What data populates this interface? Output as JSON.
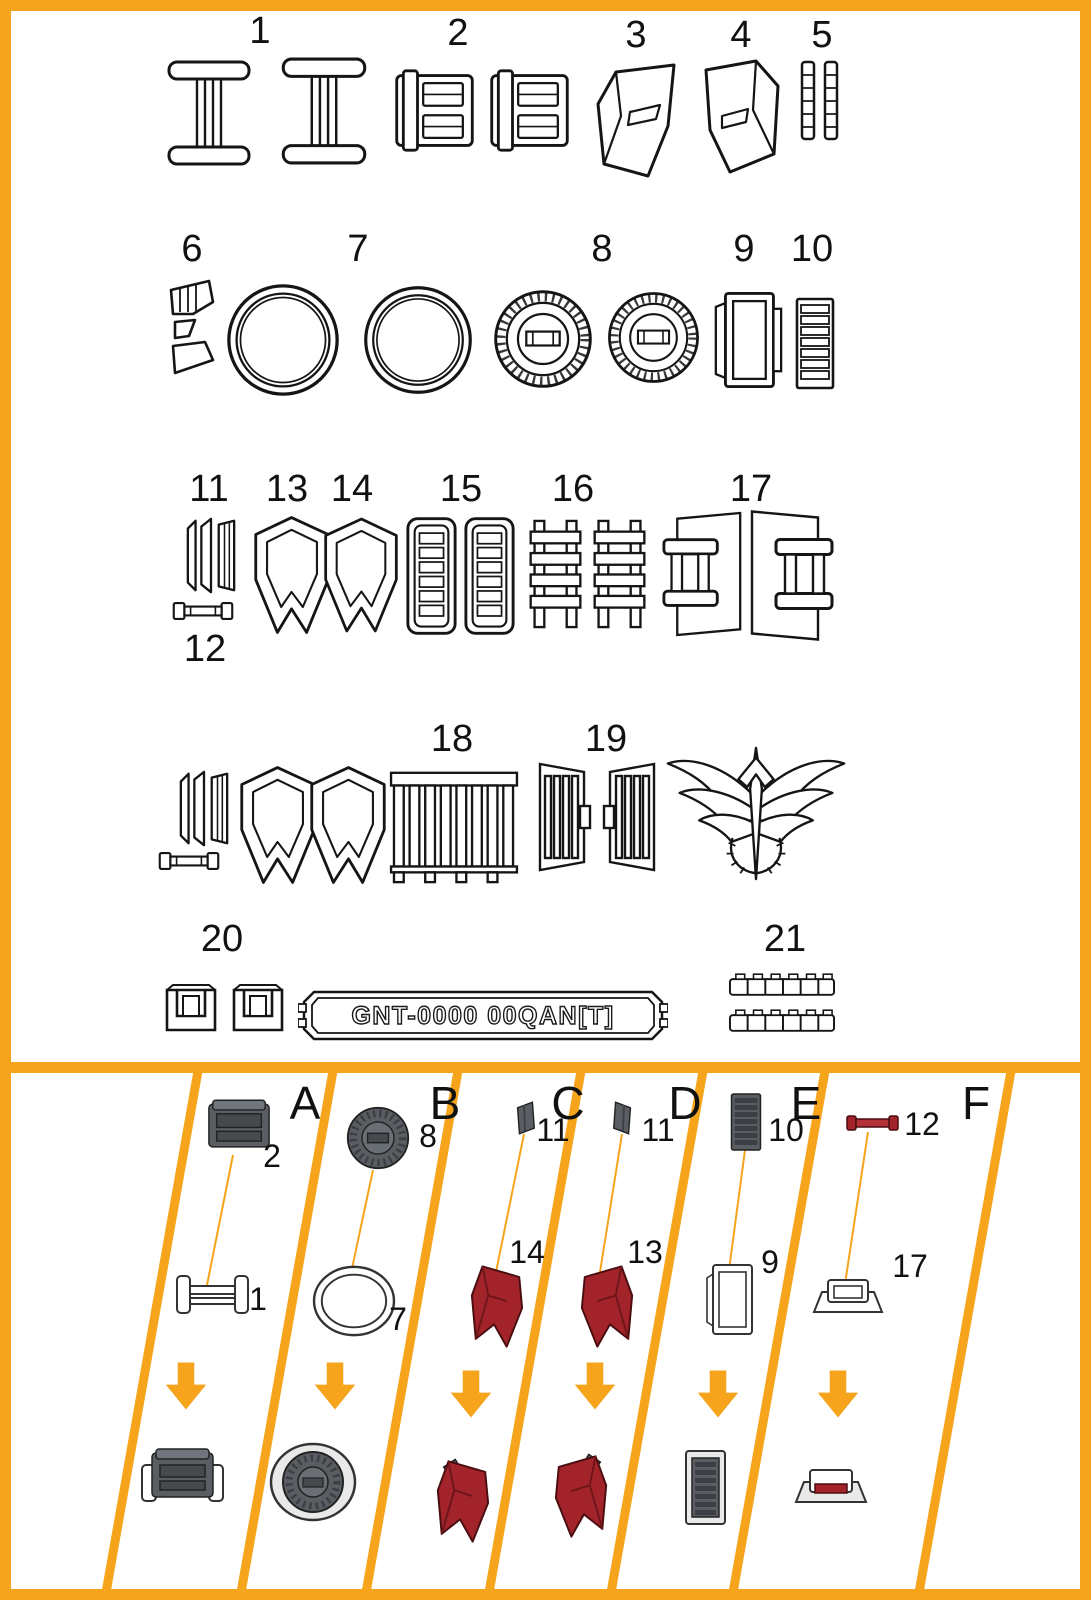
{
  "page": {
    "accent_color": "#F6A41C",
    "line_color": "#151515",
    "part_red": "#A2242A",
    "part_gray": "#5A5E63",
    "nameplate_text": "GNT-0000 00QAN[T]"
  },
  "icons": {
    "down_arrow": "block-arrow-down",
    "emblem": "winged-crest"
  },
  "part_labels": {
    "r1": [
      "1",
      "2",
      "3",
      "4",
      "5"
    ],
    "r2": [
      "6",
      "7",
      "8",
      "9",
      "10"
    ],
    "r3": [
      "11",
      "13",
      "14",
      "15",
      "16",
      "17"
    ],
    "r3b": "12",
    "r4": [
      "18",
      "19"
    ],
    "r5": [
      "20",
      "21"
    ]
  },
  "assembly": {
    "columns": [
      {
        "letter": "A",
        "part_top": "2",
        "part_mid": "1"
      },
      {
        "letter": "B",
        "part_top": "8",
        "part_mid": "7"
      },
      {
        "letter": "C",
        "part_top": "11",
        "part_mid": "14"
      },
      {
        "letter": "D",
        "part_top": "11",
        "part_mid": "13"
      },
      {
        "letter": "E",
        "part_top": "10",
        "part_mid": "9"
      },
      {
        "letter": "F",
        "part_top": "12",
        "part_mid": "17"
      }
    ]
  }
}
